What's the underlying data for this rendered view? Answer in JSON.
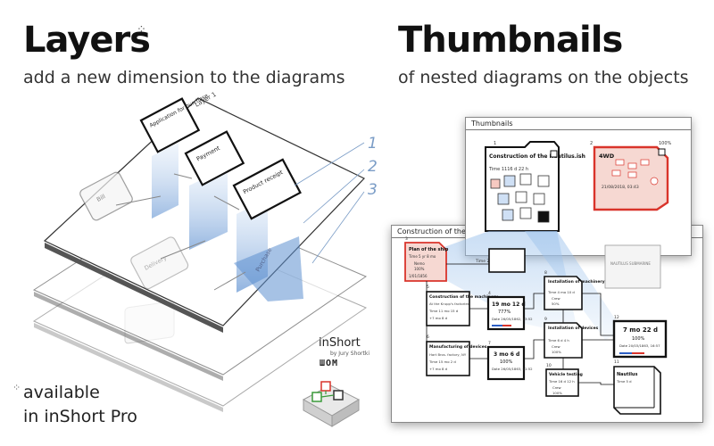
{
  "layers_section": {
    "title": "Layers",
    "sparkle": "⁘",
    "subtitle": "add a new dimension to the diagrams",
    "layer_label": "Layer 1",
    "layer_numbers": [
      "1",
      "2",
      "3"
    ],
    "blocks": [
      "Application for purchase",
      "Payment",
      "Product receipt",
      "Bill",
      "Delivery",
      "Purchase"
    ]
  },
  "thumbnails_section": {
    "title": "Thumbnails",
    "subtitle": "of nested diagrams on the objects"
  },
  "thumb_window": {
    "title": "Thumbnails",
    "card1": {
      "num": "1",
      "title": "Construction of the Nautilus.ish",
      "time": "Time 1116 d 22 h"
    },
    "card2": {
      "num": "2",
      "percent": "100%",
      "title": "4WD",
      "date": "21/08/2018, 03:43"
    }
  },
  "main_window": {
    "title": "Construction of the Nautilus",
    "nodes": {
      "plan": {
        "num": "3",
        "title": "Plan of the ship",
        "time": "Time 5 yr 8 mo",
        "person": "Nemo",
        "percent": "100%",
        "date": "1/01/1856"
      },
      "top_time": "Time 21 mo 8 d",
      "machinery": {
        "num": "5",
        "title": "Construction of the machinery",
        "sub": "At the Krupp's factories",
        "time": "Time 11 mo 15 d",
        "extra": "+7 mo 8 d"
      },
      "d19": {
        "num": "4",
        "title": "19 mo 12 d",
        "percent": "777%",
        "date": "Date 26/05/1862, 13:52"
      },
      "inst_mach": {
        "num": "8",
        "title": "Installation of machinery",
        "time": "Time 4 mo 10 d",
        "crew": "Crew",
        "percent": "50%"
      },
      "manufacturing": {
        "num": "6",
        "title": "Manufacturing of devices",
        "sub": "Hart Bros. factory, NY",
        "time": "Time 15 mo 2 d",
        "extra": "+7 mo 8 d"
      },
      "d3": {
        "num": "7",
        "title": "3 mo 6 d",
        "percent": "100%",
        "date": "Date 26/05/1863, 01:52"
      },
      "inst_dev": {
        "num": "9",
        "title": "Installation of devices",
        "time": "Time 6 d 4 h",
        "crew": "Crew",
        "percent": "100%"
      },
      "testing": {
        "num": "10",
        "title": "Vehicle testing",
        "time": "Time 16 d 12 h",
        "crew": "Crew",
        "percent": "100%"
      },
      "d7": {
        "num": "12",
        "title": "7 mo 22 d",
        "percent": "100%",
        "date": "Date 20/03/1863, 16:57"
      },
      "nautilus": {
        "num": "11",
        "title": "Nautilus",
        "time": "Time 5 d"
      }
    },
    "stamp": "NAUTILUS SUBMARINE"
  },
  "availability": {
    "sparkle": "⁘",
    "line1": "available",
    "line2": "in inShort Pro"
  },
  "branding": {
    "name": "inShort",
    "byline": "by Jury Shortki",
    "logo": "ШОМ"
  },
  "colors": {
    "accent_red": "#d9342b",
    "accent_pink": "#f3d3cf",
    "layer_blue": "#6f9fd8",
    "beam_blue": "#9ec3ec"
  }
}
